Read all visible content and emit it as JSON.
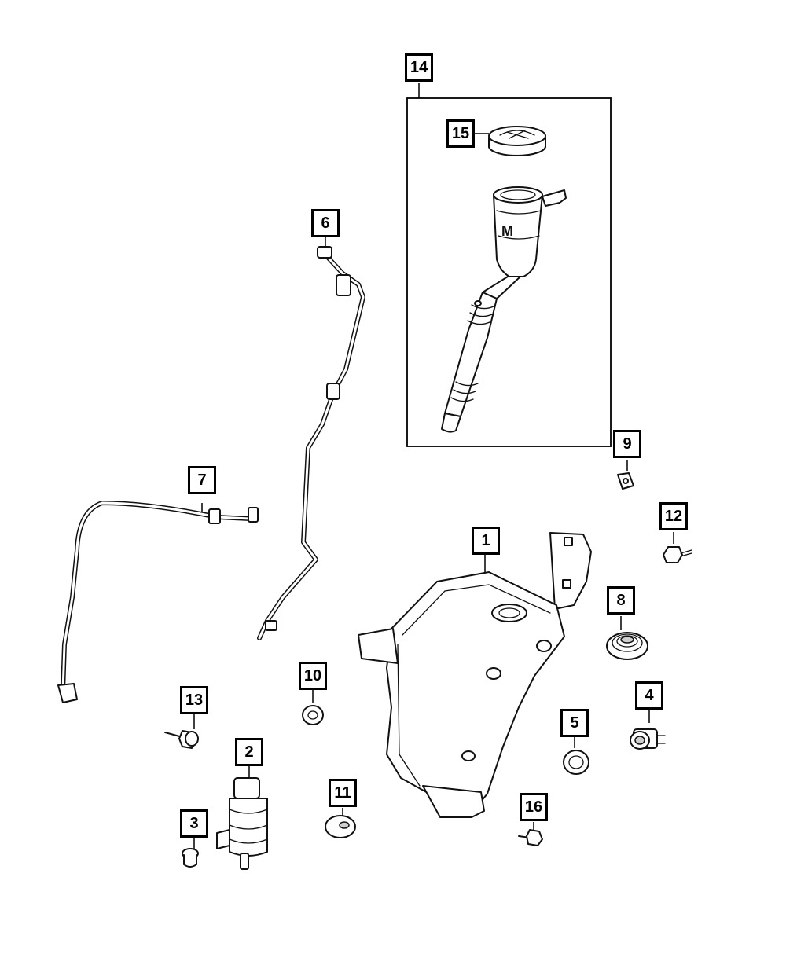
{
  "diagram": {
    "callouts": [
      "1",
      "2",
      "3",
      "4",
      "5",
      "6",
      "7",
      "8",
      "9",
      "10",
      "11",
      "12",
      "13",
      "14",
      "15",
      "16"
    ],
    "colors": {
      "line": "#111111",
      "background": "#ffffff",
      "shade": "#cfcfcf"
    }
  }
}
